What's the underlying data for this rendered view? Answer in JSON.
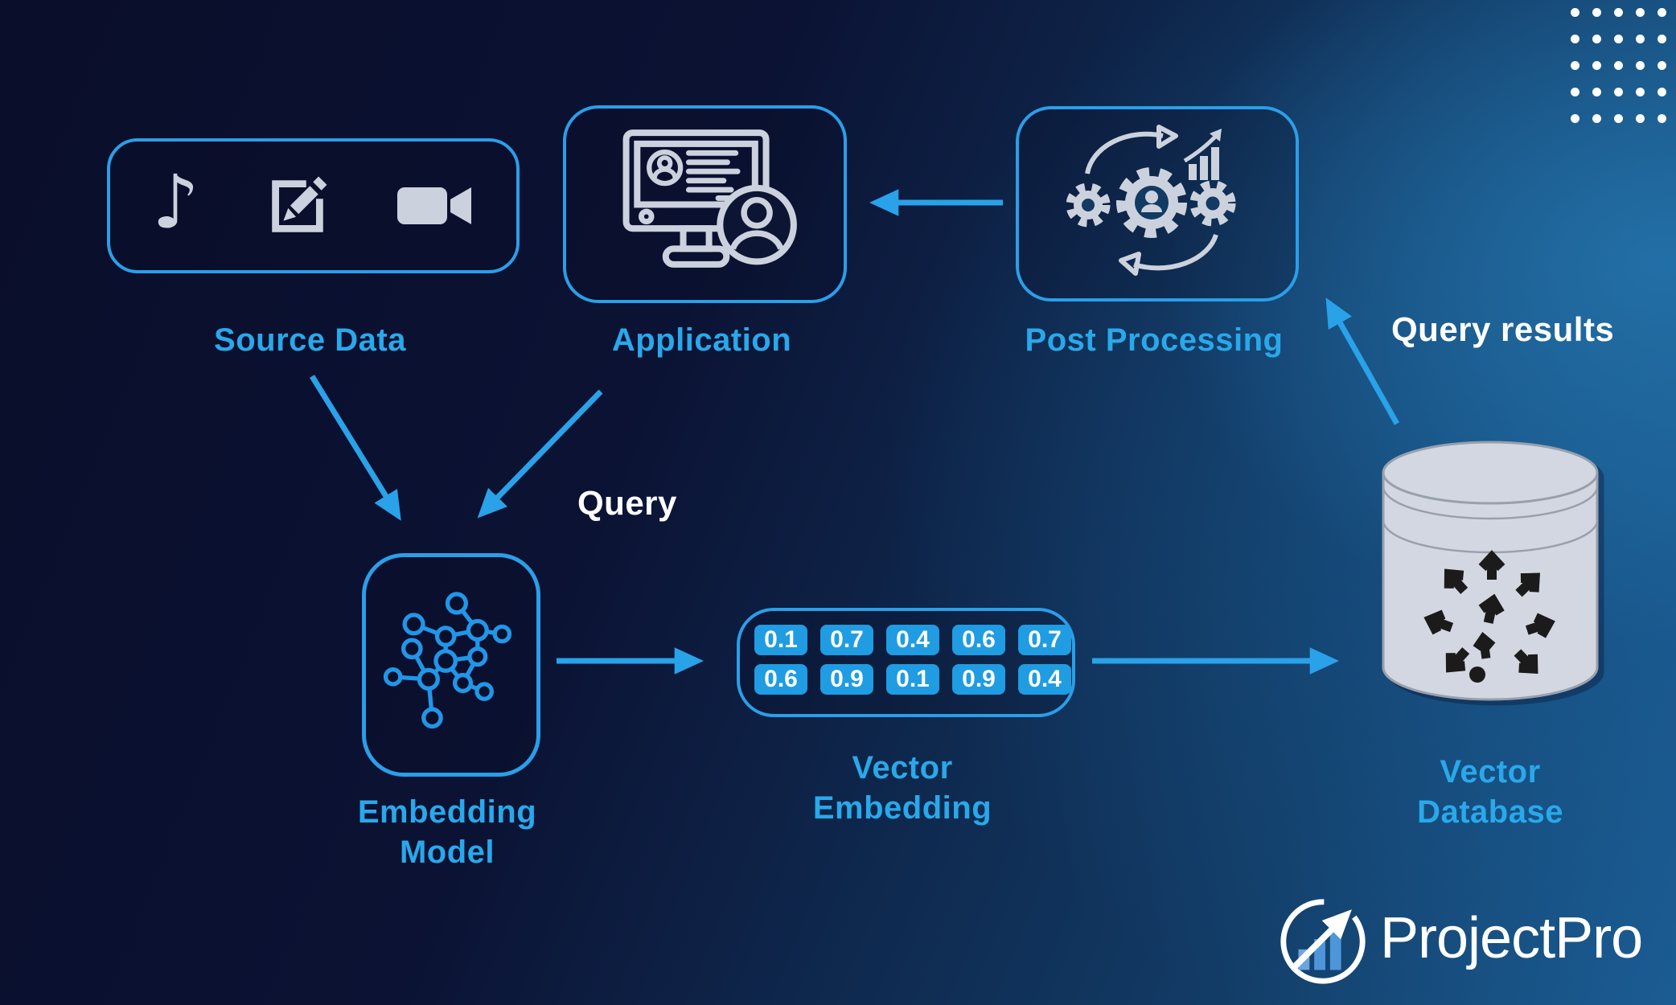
{
  "colors": {
    "accent_blue": "#2b9ee8",
    "label_blue": "#29a8ea",
    "arrow_blue": "#29a2e9",
    "chip_blue": "#1f9ce2",
    "icon_gray": "#ccd2dd",
    "cylinder_gray": "#d3d7e1",
    "background_dark": "#0a0e2a",
    "background_light": "#1b5c93",
    "white": "#ffffff",
    "logo_bar_blue": "#4e96d9"
  },
  "nodes": {
    "source": {
      "label": "Source Data",
      "icons": [
        "music-note-icon",
        "edit-icon",
        "video-camera-icon"
      ]
    },
    "application": {
      "label": "Application",
      "icon": "monitor-user-icon"
    },
    "post_processing": {
      "label": "Post Processing",
      "icon": "gears-process-icon"
    },
    "embedding_model": {
      "label_line1": "Embedding",
      "label_line2": "Model",
      "icon": "network-graph-icon"
    },
    "vector_embedding": {
      "label_line1": "Vector",
      "label_line2": "Embedding",
      "rows": [
        [
          "0.1",
          "0.7",
          "0.4",
          "0.6",
          "0.7"
        ],
        [
          "0.6",
          "0.9",
          "0.1",
          "0.9",
          "0.4"
        ]
      ]
    },
    "vector_database": {
      "label_line1": "Vector",
      "label_line2": "Database",
      "icon": "database-cylinder-icon"
    }
  },
  "annotations": {
    "query": "Query",
    "query_results": "Query results"
  },
  "flows": [
    "post-processing-to-application",
    "source-data-to-embedding-model",
    "application-to-embedding-model",
    "embedding-model-to-vector-embedding",
    "vector-embedding-to-vector-database",
    "vector-database-to-post-processing"
  ],
  "logo": {
    "text": "ProjectPro"
  }
}
